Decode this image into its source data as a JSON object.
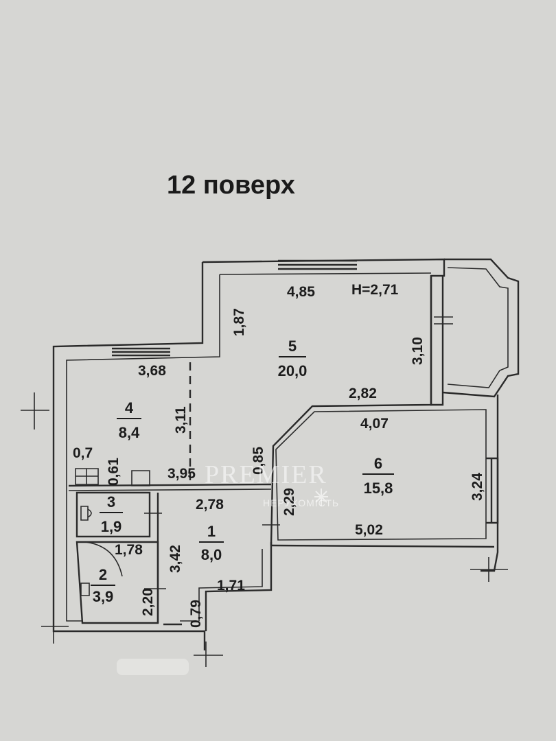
{
  "floor_title": "12 поверх",
  "ceiling_height": "H=2,71",
  "rooms": [
    {
      "id": "1",
      "area": "8,0"
    },
    {
      "id": "2",
      "area": "3,9"
    },
    {
      "id": "3",
      "area": "1,9"
    },
    {
      "id": "4",
      "area": "8,4"
    },
    {
      "id": "5",
      "area": "20,0"
    },
    {
      "id": "6",
      "area": "15,8"
    }
  ],
  "dimensions": {
    "d_4_85": "4,85",
    "d_1_87": "1,87",
    "d_3_10": "3,10",
    "d_3_68": "3,68",
    "d_3_11": "3,11",
    "d_2_82": "2,82",
    "d_4_07": "4,07",
    "d_0_7": "0,7",
    "d_0_61": "0,61",
    "d_3_95": "3,95",
    "d_0_85": "0,85",
    "d_2_29": "2,29",
    "d_3_24": "3,24",
    "d_2_78": "2,78",
    "d_3_42": "3,42",
    "d_1_78": "1,78",
    "d_5_02": "5,02",
    "d_2_20": "2,20",
    "d_1_71": "1,71",
    "d_0_79": "0,79"
  },
  "watermark": {
    "brand": "PREMIER",
    "subtitle": "НЕРУХОМІСТЬ"
  }
}
